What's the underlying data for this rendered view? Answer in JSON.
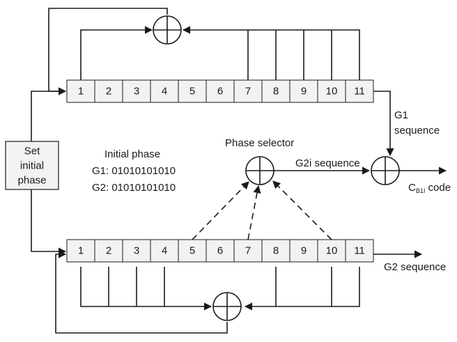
{
  "g1_register": {
    "cells": [
      "1",
      "2",
      "3",
      "4",
      "5",
      "6",
      "7",
      "8",
      "9",
      "10",
      "11"
    ]
  },
  "g2_register": {
    "cells": [
      "1",
      "2",
      "3",
      "4",
      "5",
      "6",
      "7",
      "8",
      "9",
      "10",
      "11"
    ]
  },
  "set_initial_phase": {
    "line1": "Set",
    "line2": "initial",
    "line3": "phase"
  },
  "initial_phase": {
    "title": "Initial phase",
    "g1": "G1: 01010101010",
    "g2": "G2: 01010101010"
  },
  "phase_selector_label": "Phase selector",
  "g1_sequence": {
    "line1": "G1",
    "line2": "sequence"
  },
  "g2i_sequence_label": "G2i sequence",
  "output_code": {
    "c": "C",
    "sub": "B1I",
    "suffix": " code"
  },
  "g2_sequence_label": "G2 sequence"
}
